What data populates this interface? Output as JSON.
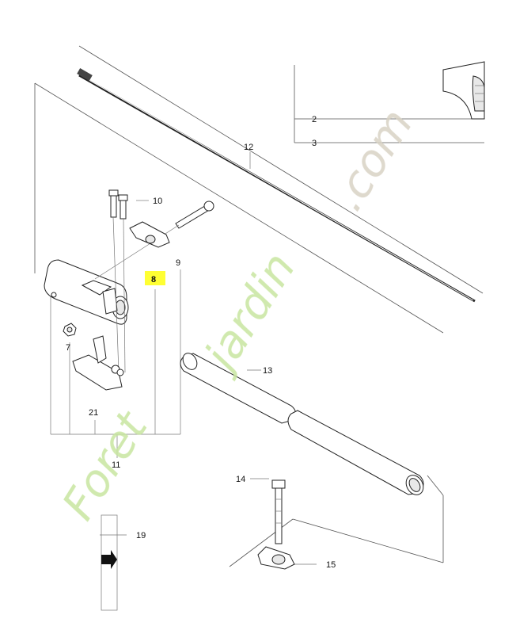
{
  "callouts": [
    {
      "id": "2",
      "label": "2"
    },
    {
      "id": "3",
      "label": "3"
    },
    {
      "id": "12",
      "label": "12"
    },
    {
      "id": "10",
      "label": "10"
    },
    {
      "id": "9",
      "label": "9"
    },
    {
      "id": "8",
      "label": "8",
      "highlight": "#ffff33"
    },
    {
      "id": "7",
      "label": "7"
    },
    {
      "id": "13",
      "label": "13"
    },
    {
      "id": "21",
      "label": "21"
    },
    {
      "id": "11",
      "label": "11"
    },
    {
      "id": "14",
      "label": "14"
    },
    {
      "id": "19",
      "label": "19"
    },
    {
      "id": "15",
      "label": "15"
    }
  ],
  "watermark": {
    "text_a": "Foret",
    "text_b": "jardin",
    "text_c": ".com",
    "color_green": "#c8e6a0",
    "color_grey": "#d8d2c4"
  }
}
